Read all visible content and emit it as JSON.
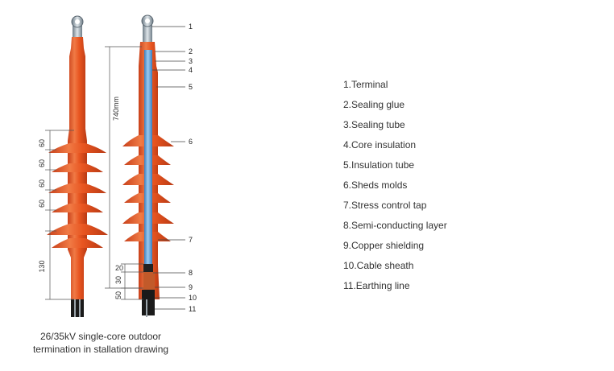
{
  "caption": {
    "line1": "26/35kV single-core outdoor",
    "line2": "termination in stallation drawing"
  },
  "dimensions": {
    "overall": "740mm",
    "left_sheds": [
      "60",
      "60",
      "60",
      "60",
      "130"
    ],
    "right_bottom": [
      "20",
      "30",
      "50"
    ]
  },
  "callout_numbers": [
    "1",
    "2",
    "3",
    "4",
    "5",
    "6",
    "7",
    "8",
    "9",
    "10",
    "11"
  ],
  "legend": [
    "1.Terminal",
    "2.Sealing glue",
    "3.Sealing tube",
    "4.Core insulation",
    "5.Insulation tube",
    "6.Sheds molds",
    "7.Stress control tap",
    "8.Semi-conducting layer",
    "9.Copper shielding",
    "10.Cable sheath",
    "11.Earthing line"
  ],
  "colors": {
    "insulator_orange": "#e8521e",
    "insulator_highlight": "#f58a55",
    "core_blue": "#5aa0dc",
    "cable_black": "#1a1a1a",
    "terminal_metal": "#8a9aa6"
  }
}
